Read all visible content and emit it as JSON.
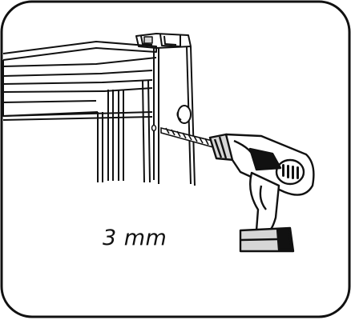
{
  "instruction": {
    "drill_bit_size": "3 mm"
  },
  "colors": {
    "line": "#111111",
    "background": "#ffffff",
    "panel_grey": "#d6d6d6"
  },
  "icons": [
    "frame-corner-profile",
    "rubber-stopper",
    "pilot-hole-marker",
    "drill-bit",
    "cordless-drill"
  ]
}
